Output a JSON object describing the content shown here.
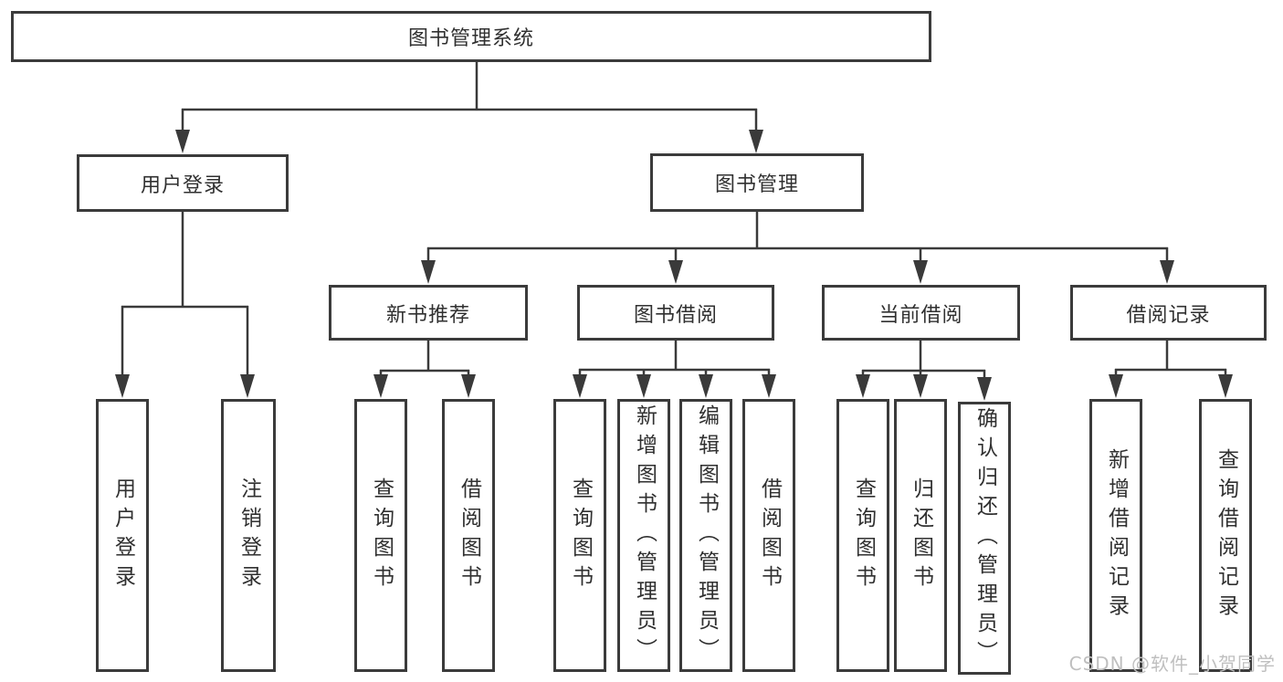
{
  "diagram": {
    "title": "图书管理系统",
    "branches": {
      "user_login": {
        "label": "用户登录",
        "children": [
          "用户登录",
          "注销登录"
        ]
      },
      "book_mgmt": {
        "label": "图书管理",
        "sections": [
          {
            "label": "新书推荐",
            "children": [
              "查询图书",
              "借阅图书"
            ]
          },
          {
            "label": "图书借阅",
            "children": [
              "查询图书",
              "新增图书（管理员）",
              "编辑图书（管理员）",
              "借阅图书"
            ]
          },
          {
            "label": "当前借阅",
            "children": [
              "查询图书",
              "归还图书",
              "确认归还（管理员）"
            ]
          },
          {
            "label": "借阅记录",
            "children": [
              "新增借阅记录",
              "查询借阅记录"
            ]
          }
        ]
      }
    }
  },
  "watermark": "CSDN @软件_小贺同学",
  "colors": {
    "line": "#3a3a3a",
    "border": "#3b3b3b",
    "text": "#303030",
    "watermark": "#bfbfbf",
    "background": "#ffffff"
  }
}
